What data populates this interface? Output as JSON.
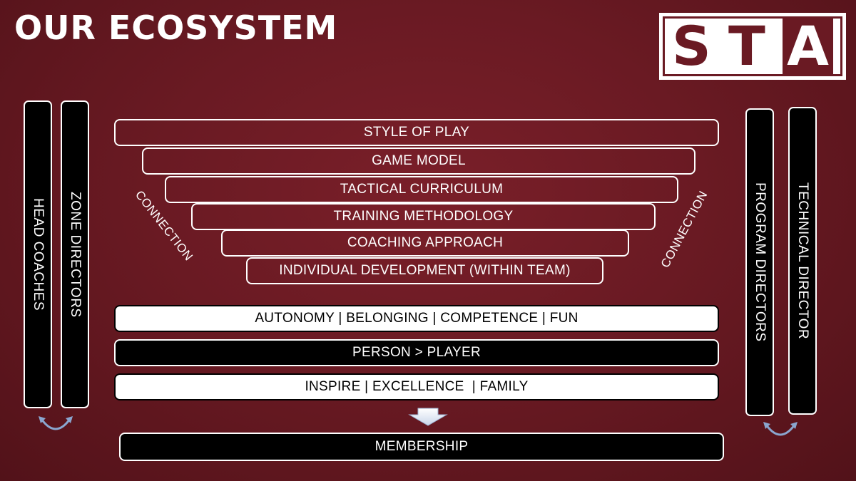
{
  "title": "OUR ECOSYSTEM",
  "logo": {
    "letters": [
      "S",
      "T",
      "A"
    ]
  },
  "left_bars": [
    "HEAD COACHES",
    "ZONE DIRECTORS"
  ],
  "right_bars": [
    "PROGRAM DIRECTORS",
    "TECHNICAL DIRECTOR"
  ],
  "connection_left": "CONNECTION",
  "connection_right": "CONNECTION",
  "layers": [
    "STYLE OF PLAY",
    "GAME MODEL",
    "TACTICAL CURRICULUM",
    "TRAINING METHODOLOGY",
    "COACHING APPROACH",
    "INDIVIDUAL DEVELOPMENT (WITHIN TEAM)"
  ],
  "values": "AUTONOMY | BELONGING | COMPETENCE | FUN",
  "person": "PERSON > PLAYER",
  "motto": "INSPIRE | EXCELLENCE  | FAMILY",
  "membership": "MEMBERSHIP",
  "colors": {
    "background": "#6a1a23",
    "accent": "#6a1a23",
    "bar": "#000000",
    "text": "#ffffff",
    "arrow": "#8aa6cf"
  },
  "icons": [
    "curved-arrow-icon",
    "down-arrow-icon"
  ]
}
